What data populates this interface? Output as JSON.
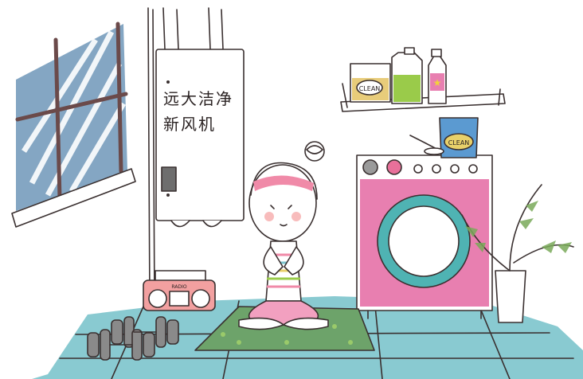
{
  "wall_unit": {
    "line1": "远大洁净",
    "line2": "新风机"
  },
  "labels": {
    "shelf_bucket": "CLEAN",
    "washer_bucket": "CLEAN",
    "radio": "RADIO"
  },
  "colors": {
    "floor": "#7cc4cc",
    "window_sky": "#6f97b8",
    "window_frame": "#6b4a4a",
    "washer_body": "#e87fb0",
    "washer_door": "#4fb3b3",
    "mat": "#6da36a",
    "headband": "#f08aa8",
    "radio": "#f2a0a0"
  }
}
